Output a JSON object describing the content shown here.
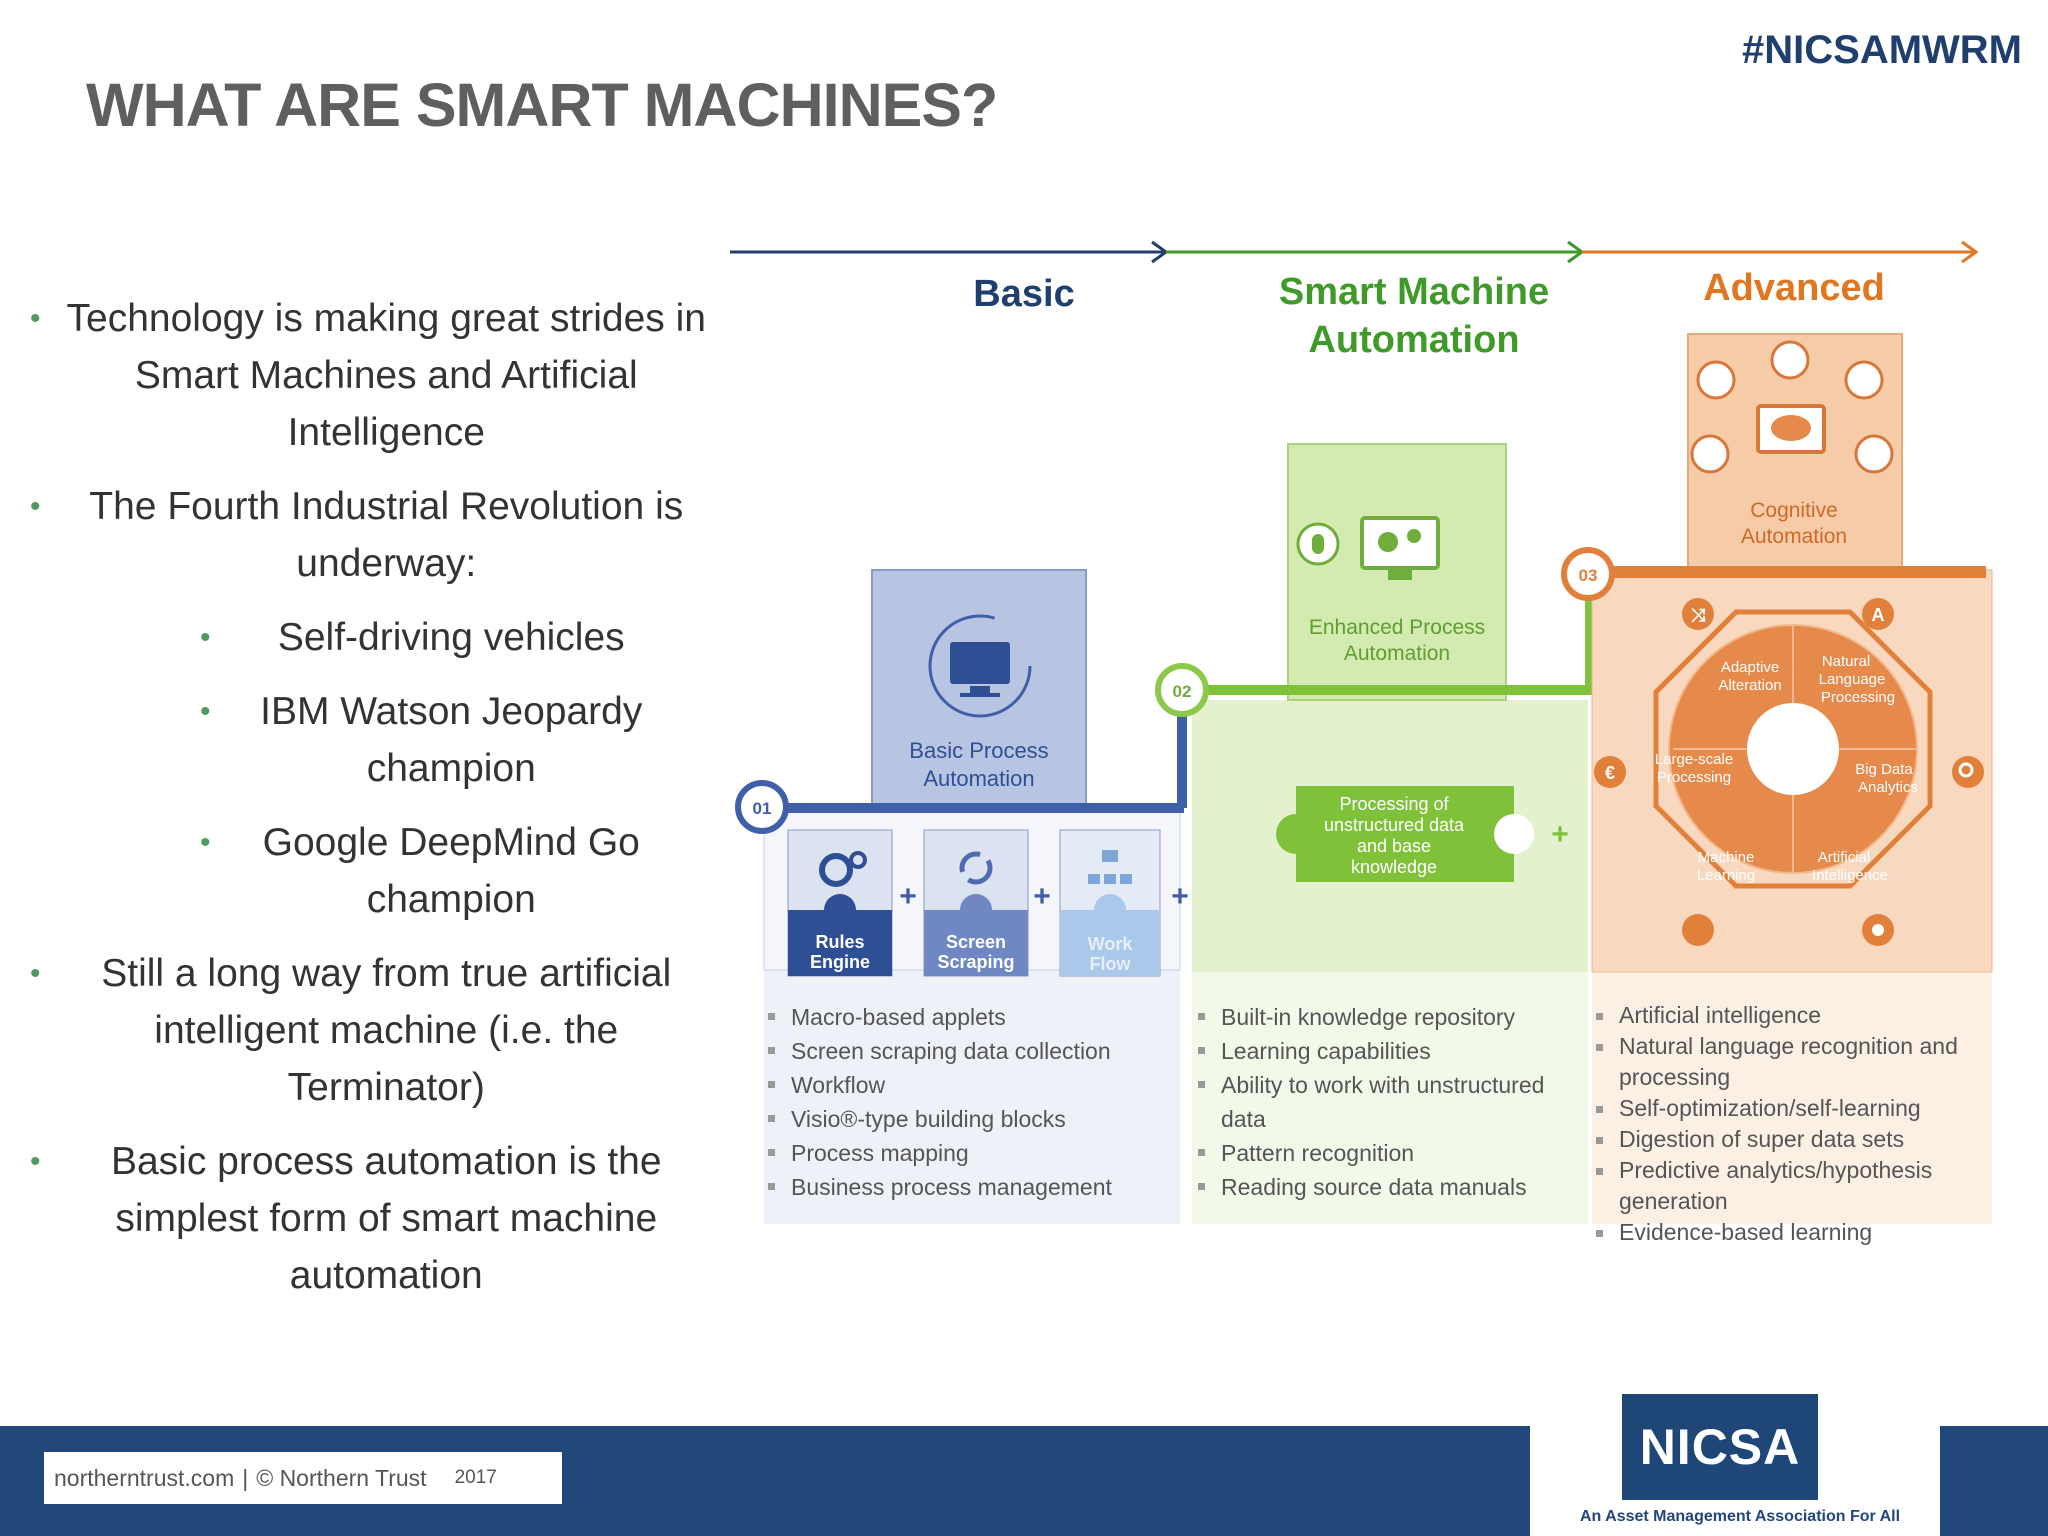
{
  "hashtag": "#NICSAMWRM",
  "title": "WHAT ARE SMART MACHINES?",
  "bullets": [
    "Technology is making great strides in Smart Machines and Artificial Intelligence",
    "The Fourth Industrial Revolution is underway:",
    "Self-driving vehicles",
    "IBM Watson Jeopardy champion",
    "Google DeepMind Go champion",
    "Still a long way from true artificial intelligent machine (i.e. the Terminator)",
    "Basic process automation is the simplest form of smart machine automation"
  ],
  "diagram": {
    "stage_basic": "Basic",
    "stage_smart_line1": "Smart Machine",
    "stage_smart_line2": "Automation",
    "stage_advanced": "Advanced",
    "step1": "01",
    "step2": "02",
    "step3": "03",
    "basic_box_line1": "Basic Process",
    "basic_box_line2": "Automation",
    "rules_line1": "Rules",
    "rules_line2": "Engine",
    "scrape_line1": "Screen",
    "scrape_line2": "Scraping",
    "work_line1": "Work",
    "work_line2": "Flow",
    "enhanced_line1": "Enhanced Process",
    "enhanced_line2": "Automation",
    "puzzle_line1": "Processing of",
    "puzzle_line2": "unstructured data",
    "puzzle_line3": "and base",
    "puzzle_line4": "knowledge",
    "cognitive_line1": "Cognitive",
    "cognitive_line2": "Automation",
    "wheel": {
      "adaptive1": "Adaptive",
      "adaptive2": "Alteration",
      "nlp1": "Natural",
      "nlp2": "Language",
      "nlp3": "Processing",
      "large1": "Large-scale",
      "large2": "Processing",
      "bigdata1": "Big Data",
      "bigdata2": "Analytics",
      "ml1": "Machine",
      "ml2": "Learning",
      "ai1": "Artificial",
      "ai2": "Intelligence"
    },
    "plus": "+",
    "basic_features": [
      "Macro-based applets",
      "Screen scraping data collection",
      "Workflow",
      "Visio®-type building blocks",
      "Process mapping",
      "Business process management"
    ],
    "smart_features": [
      "Built-in knowledge repository",
      "Learning capabilities",
      "Ability to work with unstructured data",
      "Pattern recognition",
      "Reading source data manuals"
    ],
    "advanced_features": [
      "Artificial intelligence",
      "Natural language recognition and processing",
      "Self-optimization/self-learning",
      "Digestion of super data sets",
      "Predictive analytics/hypothesis generation",
      "Evidence-based learning"
    ]
  },
  "footer": {
    "site": "northerntrust.com",
    "sep": "|",
    "copyright": "© Northern Trust",
    "year": "2017",
    "logo": "NICSA",
    "tagline": "An Asset Management Association For All"
  },
  "colors": {
    "navy": "#1f3f6e",
    "green": "#3f9a2a",
    "orange": "#e0761f",
    "blue_line": "#3f5fa8"
  }
}
